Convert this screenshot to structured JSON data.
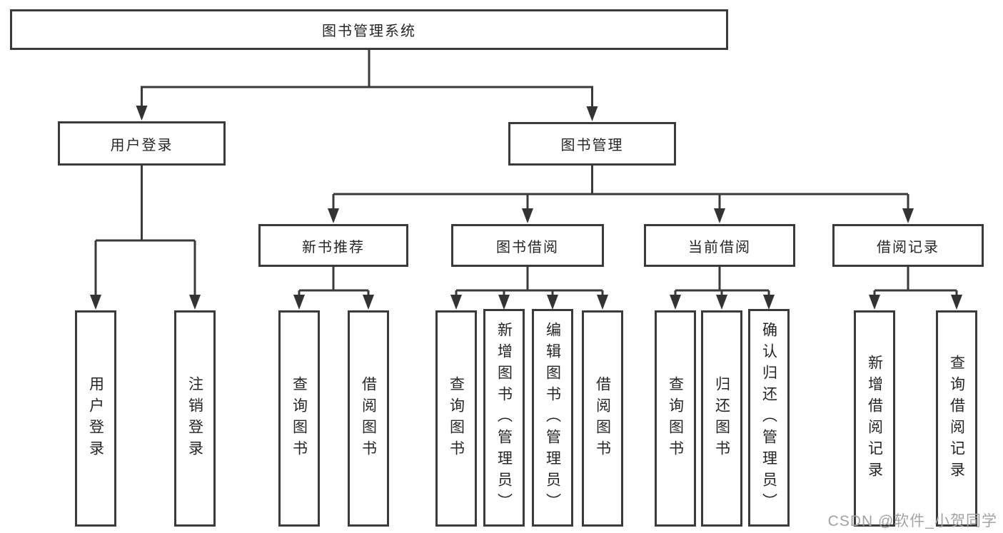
{
  "diagram": {
    "root": {
      "label": "图书管理系统"
    },
    "level2": [
      {
        "label": "用户登录"
      },
      {
        "label": "图书管理"
      }
    ],
    "level3": [
      {
        "label": "新书推荐"
      },
      {
        "label": "图书借阅"
      },
      {
        "label": "当前借阅"
      },
      {
        "label": "借阅记录"
      }
    ],
    "leaves": {
      "user_login": [
        "用户登录",
        "注销登录"
      ],
      "new_book_recommend": [
        "查询图书",
        "借阅图书"
      ],
      "book_borrow": [
        "查询图书",
        "新增图书（管理员）",
        "编辑图书（管理员）",
        "借阅图书"
      ],
      "current_borrow": [
        "查询图书",
        "归还图书",
        "确认归还（管理员）"
      ],
      "borrow_records": [
        "新增借阅记录",
        "查询借阅记录"
      ]
    }
  },
  "watermark": {
    "text": "CSDN @软件_小贺同学"
  },
  "colors": {
    "line": "#3a3a3a",
    "text": "#262626",
    "watermark": "#a3a3a3",
    "background": "#ffffff"
  }
}
